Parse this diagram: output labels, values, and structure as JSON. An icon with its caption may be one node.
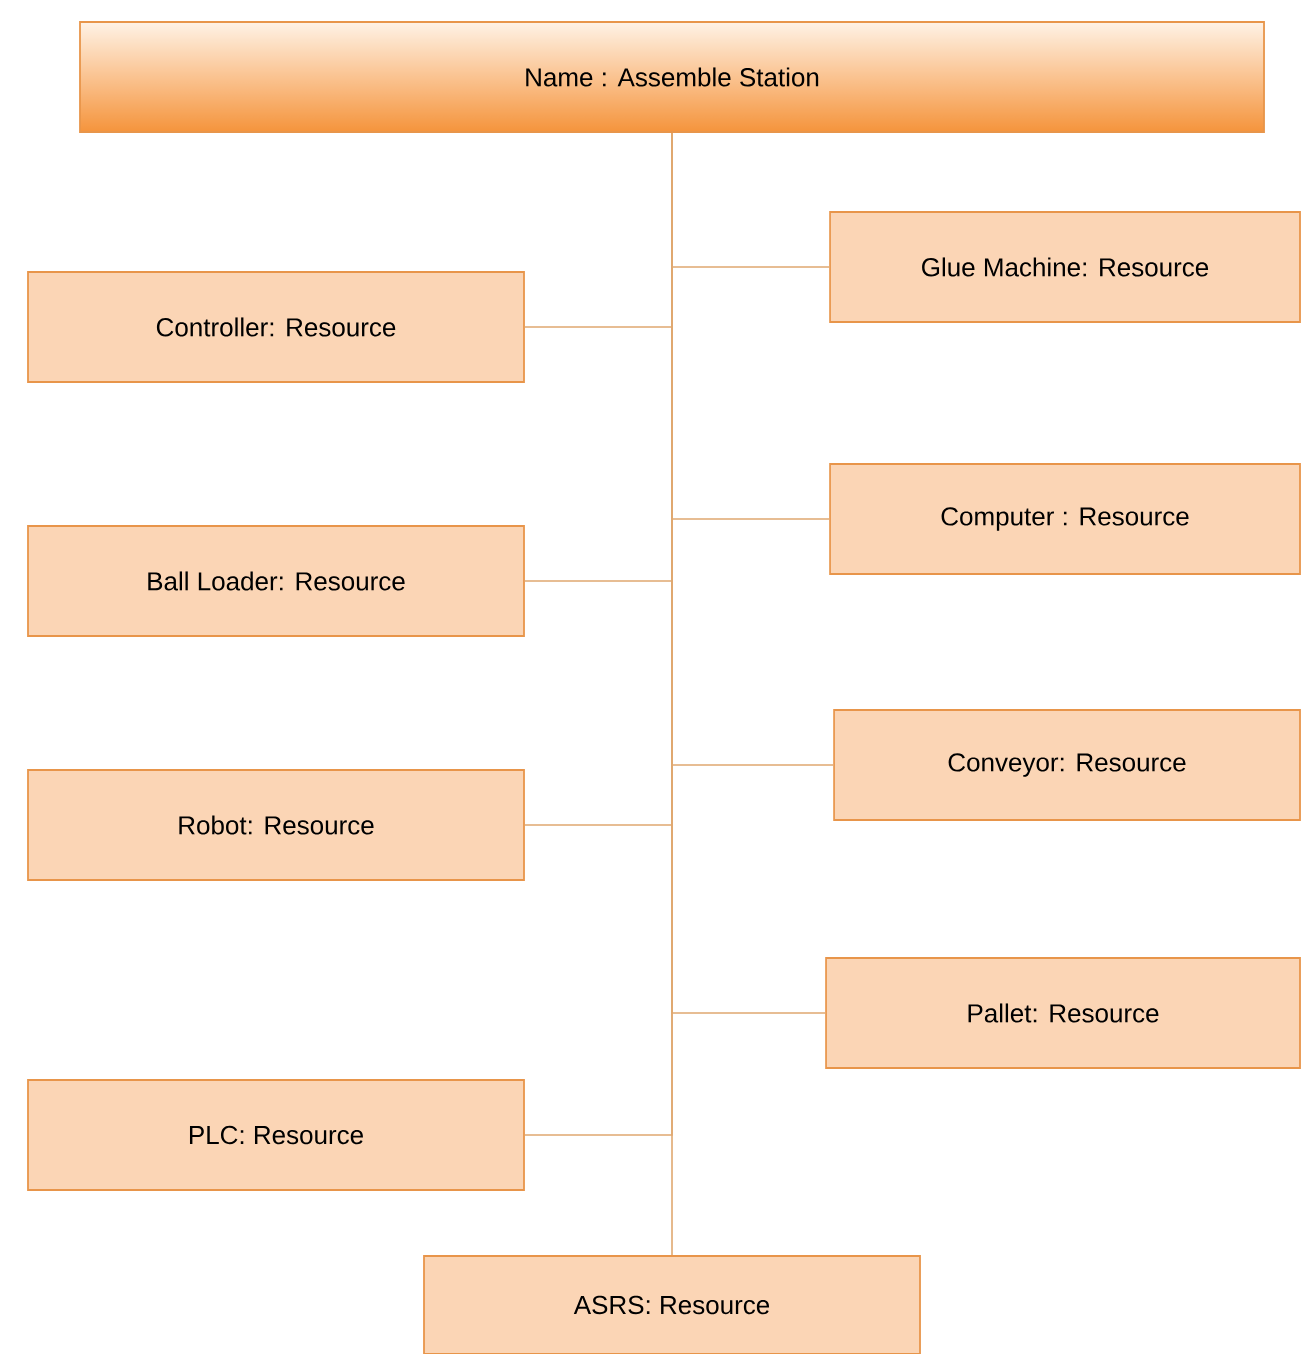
{
  "diagram": {
    "nodes": [
      {
        "text": [
          "Name : Assemble Station"
        ]
      },
      {
        "text": [
          "Glue Machine: Resource"
        ]
      },
      {
        "text": [
          "Controller: Resource"
        ]
      },
      {
        "text": [
          "Computer : Resource"
        ]
      },
      {
        "text": [
          "Ball Loader: Resource"
        ]
      },
      {
        "text": [
          "Conveyor: Resource"
        ]
      },
      {
        "text": [
          "Robot: Resource"
        ]
      },
      {
        "text": [
          "Pallet: Resource"
        ]
      },
      {
        "text": [
          "PLC: Resource"
        ]
      },
      {
        "text": [
          "ASRS: Resource"
        ]
      }
    ],
    "edges": [
      {
        "from": 0,
        "to": 1,
        "arrow": "none"
      },
      {
        "from": 0,
        "to": 2,
        "arrow": "none"
      },
      {
        "from": 0,
        "to": 3,
        "arrow": "none"
      },
      {
        "from": 0,
        "to": 4,
        "arrow": "none"
      },
      {
        "from": 0,
        "to": 5,
        "arrow": "none"
      },
      {
        "from": 0,
        "to": 6,
        "arrow": "none"
      },
      {
        "from": 0,
        "to": 7,
        "arrow": "none"
      },
      {
        "from": 0,
        "to": 8,
        "arrow": "none"
      },
      {
        "from": 0,
        "to": 9,
        "arrow": "none"
      }
    ]
  }
}
